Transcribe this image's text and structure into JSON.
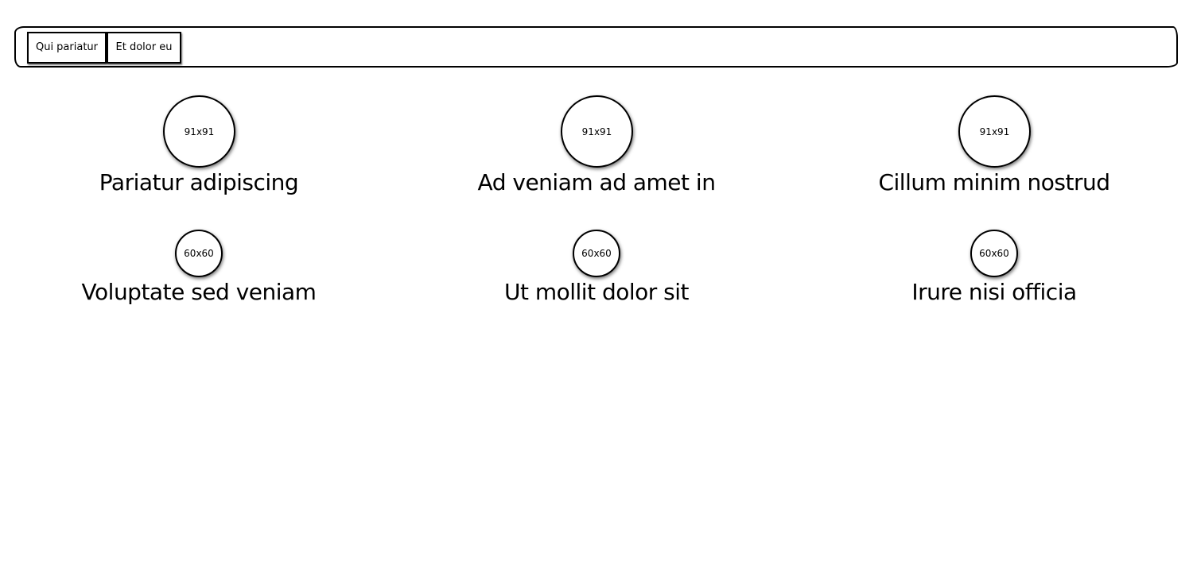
{
  "nav": {
    "buttons": [
      {
        "label": "Qui pariatur"
      },
      {
        "label": "Et dolor eu"
      }
    ]
  },
  "row1": [
    {
      "image_label": "91x91",
      "title": "Pariatur adipiscing"
    },
    {
      "image_label": "91x91",
      "title": "Ad veniam ad amet in"
    },
    {
      "image_label": "91x91",
      "title": "Cillum minim nostrud"
    }
  ],
  "row2": [
    {
      "image_label": "60x60",
      "title": "Voluptate sed veniam"
    },
    {
      "image_label": "60x60",
      "title": "Ut mollit dolor sit"
    },
    {
      "image_label": "60x60",
      "title": "Irure nisi officia"
    }
  ]
}
